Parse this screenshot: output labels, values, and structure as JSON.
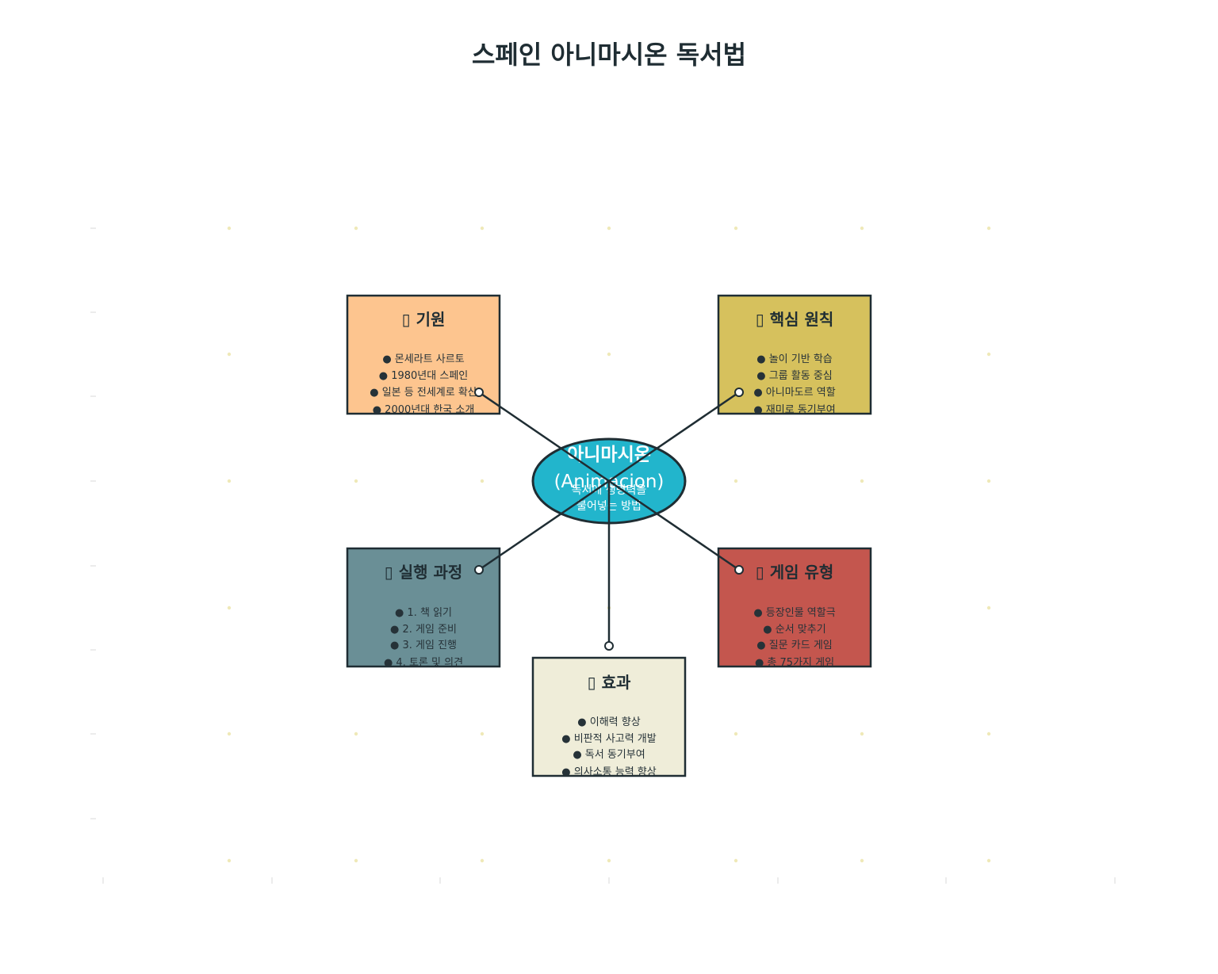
{
  "title": "스페인 아니마시온 독서법",
  "colors": {
    "background": "#ffffff",
    "stroke": "#1f2d33",
    "center_fill": "#22b5cc",
    "dot": "#efe9b8",
    "grid_tick": "#d9d9d9",
    "origin": "#fdc58f",
    "principles": "#d6c15d",
    "process": "#6a8f96",
    "games": "#c4564e",
    "effects": "#efedd9"
  },
  "center": {
    "title": "아니마시온",
    "subtitle": "(Animacion)",
    "desc_line1": "독서에 생명력을",
    "desc_line2": "불어넣는 방법"
  },
  "nodes": {
    "origin": {
      "icon": "book-icon",
      "title": "기원",
      "items": [
        "● 몬세라트 사르토",
        "● 1980년대 스페인",
        "● 일본 등 전세계로 확산",
        "● 2000년대 한국 소개"
      ]
    },
    "principles": {
      "icon": "target-icon",
      "title": "핵심 원칙",
      "items": [
        "● 놀이 기반 학습",
        "● 그룹 활동 중심",
        "● 아니마도르 역할",
        "● 재미로 동기부여"
      ]
    },
    "process": {
      "icon": "steps-icon",
      "title": "실행 과정",
      "items": [
        "● 1. 책 읽기",
        "● 2. 게임 준비",
        "● 3. 게임 진행",
        "● 4. 토론 및 의견"
      ]
    },
    "games": {
      "icon": "game-icon",
      "title": "게임 유형",
      "items": [
        "● 등장인물 역할극",
        "● 순서 맞추기",
        "● 질문 카드 게임",
        "● 총 75가지 게임"
      ]
    },
    "effects": {
      "icon": "sparkle-icon",
      "title": "효과",
      "items": [
        "● 이해력 향상",
        "● 비판적 사고력 개발",
        "● 독서 동기부여",
        "● 의사소통 능력 향상"
      ]
    }
  }
}
